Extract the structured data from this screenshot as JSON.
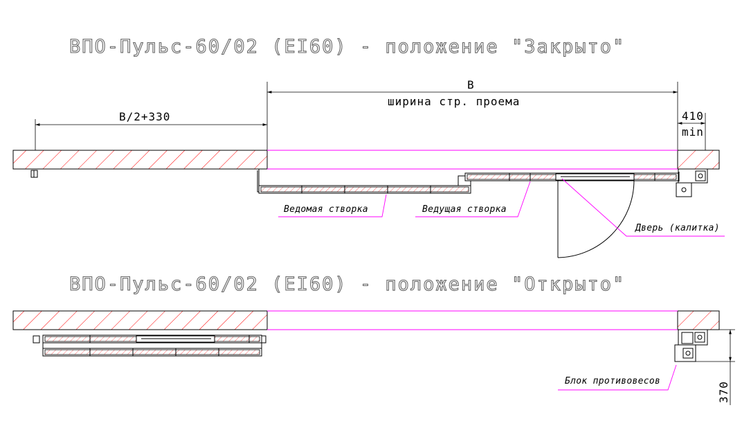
{
  "titles": {
    "closed": "ВПО-Пульс-60/02 (EI60) - положение \"Закрыто\"",
    "open": "ВПО-Пульс-60/02 (EI60) - положение \"Открыто\""
  },
  "dimensions": {
    "half_width": "B/2+330",
    "opening_width_symbol": "B",
    "opening_width_label": "ширина стр. проема",
    "min_offset_value": "410",
    "min_offset_unit": "min",
    "counterweight_depth": "370"
  },
  "labels": {
    "driven_leaf": "Ведомая створка",
    "leading_leaf": "Ведущая створка",
    "wicket_door": "Дверь (калитка)",
    "counterweight_block": "Блок противовесов"
  },
  "colors": {
    "axis_lines": "#ff00ff",
    "hatch": "#ff0000",
    "title_outline": "#666666"
  }
}
